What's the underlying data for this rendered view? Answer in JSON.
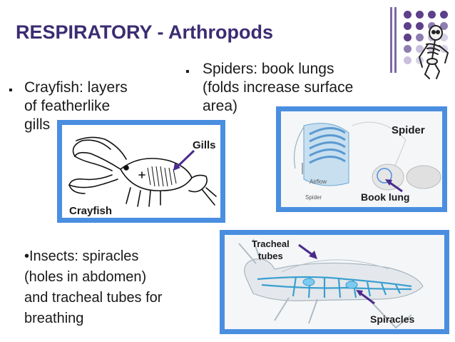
{
  "slide": {
    "title": "RESPIRATORY - Arthropods"
  },
  "bullets": {
    "crayfish": [
      "Crayfish: layers",
      "of featherlike",
      "gills"
    ],
    "spiders": [
      "Spiders: book lungs",
      "(folds increase surface",
      "area)"
    ],
    "insects": [
      "•Insects: spiracles",
      "(holes in abdomen)",
      "and tracheal tubes for",
      "breathing"
    ]
  },
  "figures": {
    "crayfish": {
      "name_label": "Crayfish",
      "part_label": "Gills"
    },
    "spider": {
      "name_label": "Spider",
      "part_label": "Book lung",
      "small_labels": [
        "Airflow",
        "Spider"
      ]
    },
    "insect": {
      "tubes_label": [
        "Tracheal",
        "tubes"
      ],
      "spiracles_label": "Spiracles"
    }
  },
  "colors": {
    "title": "#3c2c72",
    "accent_purple": "#5d3f8a",
    "panel_blue": "#4a8ee0",
    "arrow": "#4b2a8c"
  }
}
